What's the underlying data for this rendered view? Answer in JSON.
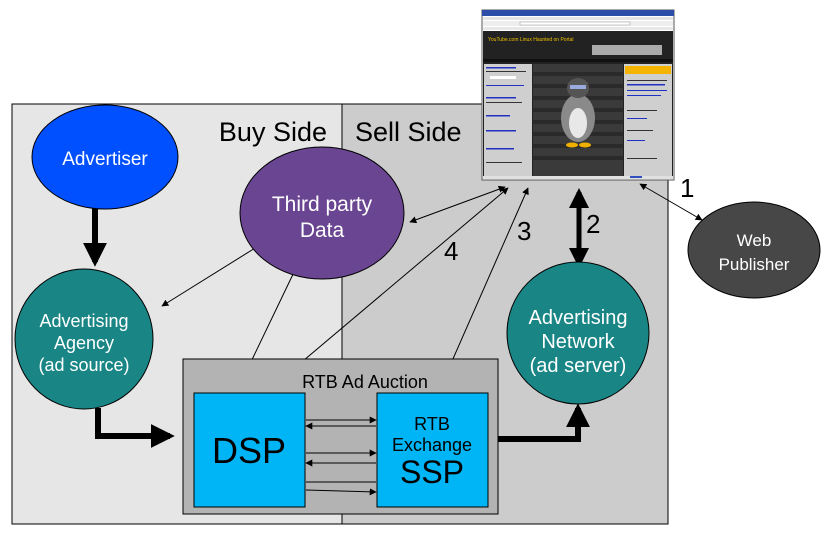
{
  "regions": {
    "buy_side": "Buy Side",
    "sell_side": "Sell Side"
  },
  "nodes": {
    "advertiser": {
      "lines": [
        "Advertiser"
      ],
      "color": "#0050ff"
    },
    "third_party": {
      "lines": [
        "Third party",
        "Data"
      ],
      "color": "#6a4592"
    },
    "agency": {
      "lines": [
        "Advertising",
        "Agency",
        "(ad source)"
      ],
      "color": "#1a8585"
    },
    "network": {
      "lines": [
        "Advertising",
        "Network",
        "(ad server)"
      ],
      "color": "#1a8585"
    },
    "publisher": {
      "lines": [
        "Web",
        "Publisher"
      ],
      "color": "#474747"
    },
    "auction": {
      "title": "RTB Ad Auction"
    },
    "dsp": {
      "lines": [
        "DSP"
      ],
      "color": "#00b5f5"
    },
    "ssp": {
      "lines": [
        "RTB",
        "Exchange",
        "SSP"
      ],
      "color": "#00b5f5"
    }
  },
  "step_labels": [
    "1",
    "2",
    "3",
    "4"
  ],
  "webpage": {
    "site_title": "YouTube.com Linux Haunted on Portal"
  },
  "colors": {
    "buy_bg": "#e6e6e6",
    "sell_bg": "#cccccc",
    "auction_bg": "#b3b3b3"
  }
}
